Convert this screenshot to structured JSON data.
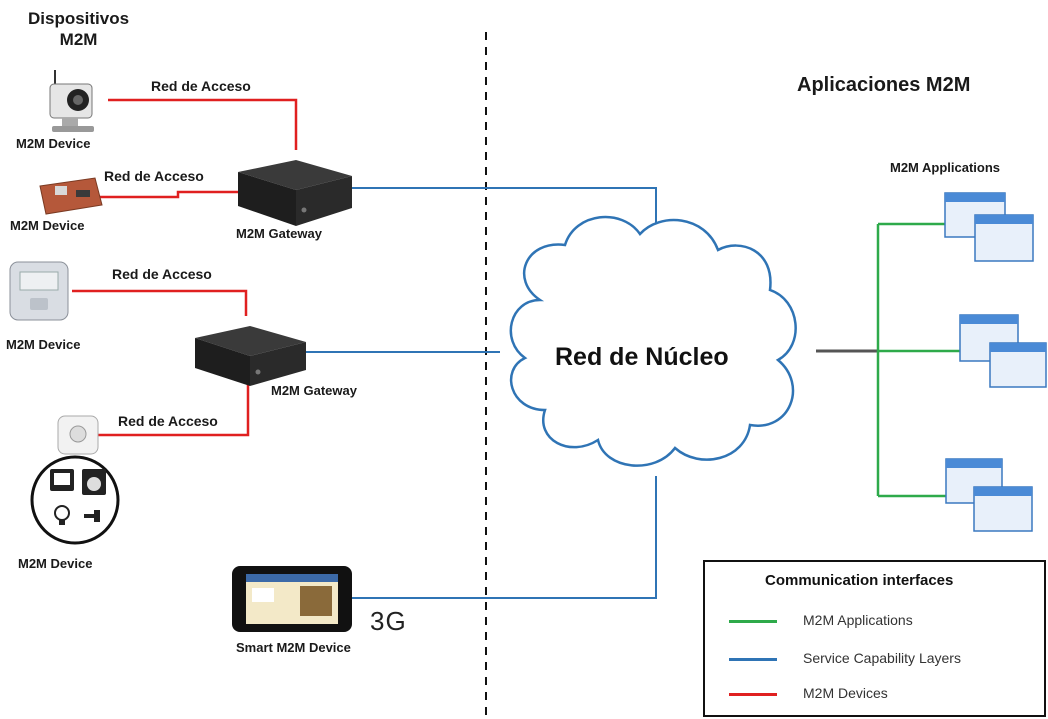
{
  "titles": {
    "devices": "Dispositivos M2M",
    "devices_line1": "Dispositivos",
    "devices_line2": "M2M",
    "applications": "Aplicaciones M2M"
  },
  "links": {
    "access_1": "Red de Acceso",
    "access_2": "Red de Acceso",
    "access_3": "Red de Acceso",
    "access_4": "Red de Acceso"
  },
  "devices": {
    "device_1": "M2M Device",
    "device_2": "M2M Device",
    "device_3": "M2M Device",
    "device_4": "M2M Device",
    "smart": "Smart M2M Device",
    "smart_conn": "3G",
    "gateway_1": "M2M Gateway",
    "gateway_2": "M2M Gateway"
  },
  "core": "Red de Núcleo",
  "apps_label": "M2M Applications",
  "legend": {
    "title": "Communication interfaces",
    "items": [
      {
        "label": "M2M Applications",
        "color": "#2eaa4a"
      },
      {
        "label": "Service Capability Layers",
        "color": "#2f74b5"
      },
      {
        "label": "M2M Devices",
        "color": "#e02020"
      }
    ]
  },
  "colors": {
    "green": "#2eaa4a",
    "blue": "#2f74b5",
    "red": "#e02020"
  }
}
